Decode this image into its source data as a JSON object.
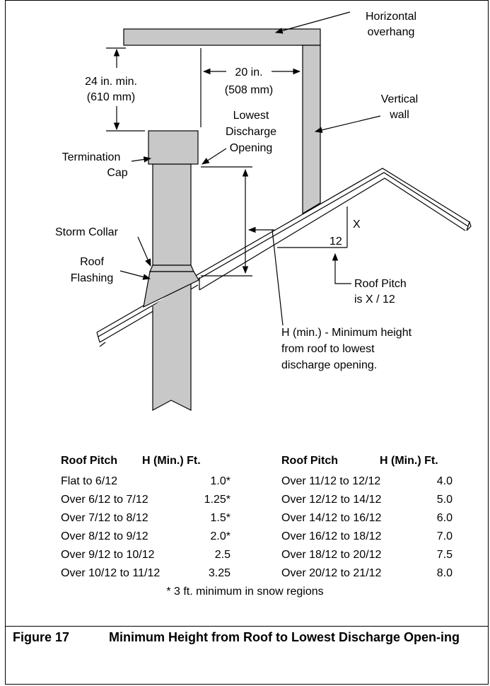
{
  "diagram": {
    "labels": {
      "horizontal_overhang": [
        "Horizontal",
        "overhang"
      ],
      "vertical_wall": [
        "Vertical",
        "wall"
      ],
      "min_24": [
        "24 in. min.",
        "(610 mm)"
      ],
      "dist_20": [
        "20 in.",
        "(508 mm)"
      ],
      "lowest_discharge": [
        "Lowest",
        "Discharge",
        "Opening"
      ],
      "termination_cap": [
        "Termination",
        "Cap"
      ],
      "storm_collar": "Storm Collar",
      "roof_flashing": [
        "Roof",
        "Flashing"
      ],
      "pitch_x": "X",
      "pitch_12": "12",
      "roof_pitch": [
        "Roof Pitch",
        "is X / 12"
      ],
      "h_min": [
        "H (min.) - Minimum height",
        "from roof to lowest",
        "discharge opening."
      ]
    }
  },
  "table": {
    "headers": {
      "pitch": "Roof Pitch",
      "height": "H (Min.) Ft."
    },
    "left": [
      {
        "pitch": "Flat to 6/12",
        "height": "1.0*"
      },
      {
        "pitch": "Over 6/12 to 7/12",
        "height": "1.25*"
      },
      {
        "pitch": "Over 7/12 to 8/12",
        "height": "1.5*"
      },
      {
        "pitch": "Over 8/12 to 9/12",
        "height": "2.0*"
      },
      {
        "pitch": "Over 9/12 to 10/12",
        "height": "2.5"
      },
      {
        "pitch": "Over 10/12 to 11/12",
        "height": "3.25"
      }
    ],
    "right": [
      {
        "pitch": "Over 11/12 to 12/12",
        "height": "4.0"
      },
      {
        "pitch": "Over 12/12 to 14/12",
        "height": "5.0"
      },
      {
        "pitch": "Over 14/12 to 16/12",
        "height": "6.0"
      },
      {
        "pitch": "Over 16/12 to 18/12",
        "height": "7.0"
      },
      {
        "pitch": "Over 18/12 to 20/12",
        "height": "7.5"
      },
      {
        "pitch": "Over 20/12 to 21/12",
        "height": "8.0"
      }
    ],
    "footnote": "* 3 ft. minimum in snow regions"
  },
  "caption": {
    "number": "Figure 17",
    "title": "Minimum Height from Roof to Lowest Discharge Open-ing"
  }
}
